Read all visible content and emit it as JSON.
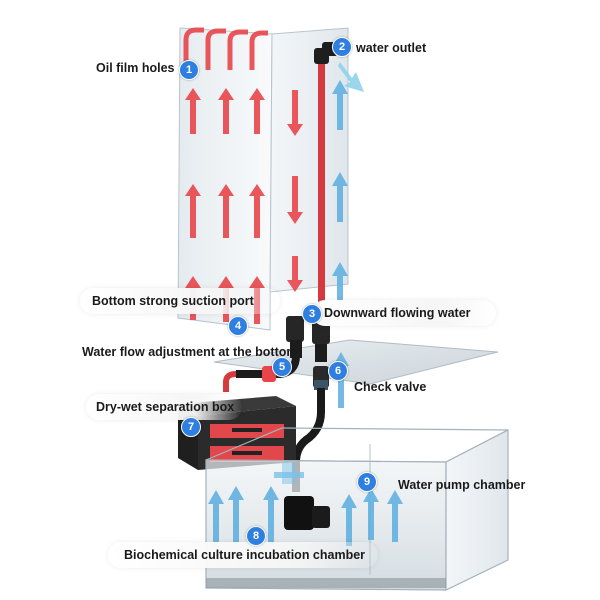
{
  "labels": {
    "oil_film_holes": "Oil film holes",
    "water_outlet": "water outlet",
    "bottom_suction": "Bottom strong suction port",
    "downward_water": "Downward flowing water",
    "flow_adjustment": "Water flow adjustment at the bottom",
    "check_valve": "Check valve",
    "dry_wet_box": "Dry-wet separation box",
    "pump_chamber": "Water pump chamber",
    "biochemical_chamber": "Biochemical culture incubation chamber"
  },
  "markers": {
    "m1": "1",
    "m2": "2",
    "m3": "3",
    "m4": "4",
    "m5": "5",
    "m6": "6",
    "m7": "7",
    "m8": "8",
    "m9": "9"
  },
  "colors": {
    "red_flow": "#e8454a",
    "blue_flow": "#5aaee0",
    "marker": "#2f7fe0",
    "glass": "#e6edf1",
    "box_dark": "#2b2b2b"
  }
}
